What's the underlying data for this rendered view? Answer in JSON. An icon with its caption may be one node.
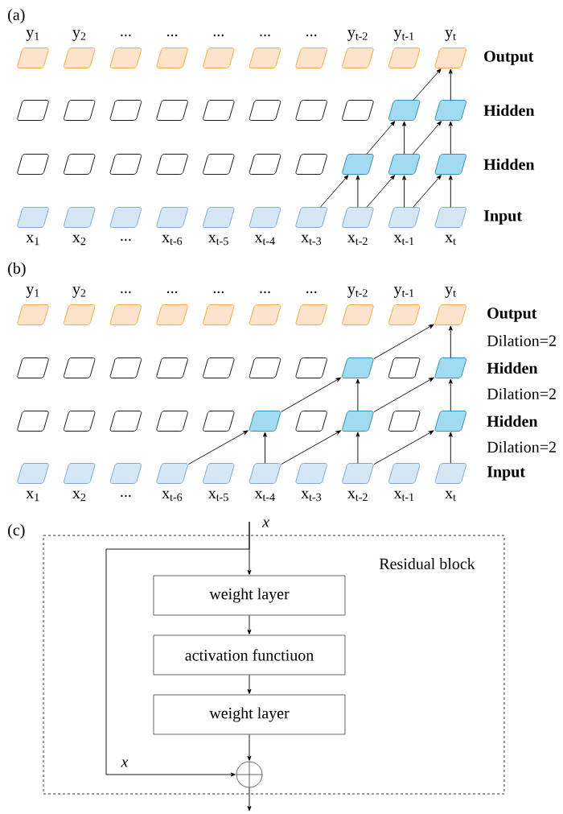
{
  "diagram": {
    "nodes": [
      {
        "text": [],
        "shape": "parallelogram",
        "beside": [
          "y$_{1}$"
        ]
      },
      {
        "text": [],
        "shape": "parallelogram",
        "beside": [
          "y$_{2}$"
        ]
      },
      {
        "text": [],
        "shape": "parallelogram",
        "beside": [
          "..."
        ]
      },
      {
        "text": [],
        "shape": "parallelogram",
        "beside": [
          "..."
        ]
      },
      {
        "text": [],
        "shape": "parallelogram",
        "beside": [
          "..."
        ]
      },
      {
        "text": [],
        "shape": "parallelogram",
        "beside": [
          "..."
        ]
      },
      {
        "text": [],
        "shape": "parallelogram",
        "beside": [
          "..."
        ]
      },
      {
        "text": [],
        "shape": "parallelogram",
        "beside": [
          "y$_{t-2}$"
        ]
      },
      {
        "text": [],
        "shape": "parallelogram",
        "beside": [
          "y$_{t-1}$"
        ]
      },
      {
        "text": [],
        "shape": "parallelogram",
        "beside": [
          "y$_{t}$"
        ]
      },
      {
        "text": [],
        "shape": "parallelogram"
      },
      {
        "text": [],
        "shape": "parallelogram"
      },
      {
        "text": [],
        "shape": "parallelogram"
      },
      {
        "text": [],
        "shape": "parallelogram"
      },
      {
        "text": [],
        "shape": "parallelogram"
      },
      {
        "text": [],
        "shape": "parallelogram"
      },
      {
        "text": [],
        "shape": "parallelogram"
      },
      {
        "text": [],
        "shape": "parallelogram"
      },
      {
        "text": [],
        "shape": "parallelogram"
      },
      {
        "text": [],
        "shape": "parallelogram"
      },
      {
        "text": [],
        "shape": "parallelogram"
      },
      {
        "text": [],
        "shape": "parallelogram"
      },
      {
        "text": [],
        "shape": "parallelogram"
      },
      {
        "text": [],
        "shape": "parallelogram"
      },
      {
        "text": [],
        "shape": "parallelogram"
      },
      {
        "text": [],
        "shape": "parallelogram"
      },
      {
        "text": [],
        "shape": "parallelogram"
      },
      {
        "text": [],
        "shape": "parallelogram"
      },
      {
        "text": [],
        "shape": "parallelogram"
      },
      {
        "text": [],
        "shape": "parallelogram"
      },
      {
        "text": [],
        "shape": "parallelogram",
        "beside": [
          "x$_{1}$"
        ]
      },
      {
        "text": [],
        "shape": "parallelogram",
        "beside": [
          "x$_{2}$"
        ]
      },
      {
        "text": [],
        "shape": "parallelogram",
        "beside": [
          "..."
        ]
      },
      {
        "text": [],
        "shape": "parallelogram",
        "beside": [
          "x$_{t-6}$"
        ]
      },
      {
        "text": [],
        "shape": "parallelogram",
        "beside": [
          "x$_{t-5}$"
        ]
      },
      {
        "text": [],
        "shape": "parallelogram",
        "beside": [
          "x$_{t-4}$"
        ]
      },
      {
        "text": [],
        "shape": "parallelogram",
        "beside": [
          "x$_{t-3}$"
        ]
      },
      {
        "text": [],
        "shape": "parallelogram",
        "beside": [
          "x$_{t-2}$"
        ]
      },
      {
        "text": [],
        "shape": "parallelogram",
        "beside": [
          "x$_{t-1}$"
        ]
      },
      {
        "text": [],
        "shape": "parallelogram",
        "beside": [
          "x$_{t}$"
        ]
      },
      {
        "text": [],
        "shape": "parallelogram",
        "beside": [
          "y$_{1}$"
        ]
      },
      {
        "text": [],
        "shape": "parallelogram",
        "beside": [
          "y$_{2}$"
        ]
      },
      {
        "text": [],
        "shape": "parallelogram",
        "beside": [
          "..."
        ]
      },
      {
        "text": [],
        "shape": "parallelogram",
        "beside": [
          "..."
        ]
      },
      {
        "text": [],
        "shape": "parallelogram",
        "beside": [
          "..."
        ]
      },
      {
        "text": [],
        "shape": "parallelogram",
        "beside": [
          "..."
        ]
      },
      {
        "text": [],
        "shape": "parallelogram",
        "beside": [
          "..."
        ]
      },
      {
        "text": [],
        "shape": "parallelogram",
        "beside": [
          "y$_{t-2}$"
        ]
      },
      {
        "text": [],
        "shape": "parallelogram",
        "beside": [
          "y$_{t-1}$"
        ]
      },
      {
        "text": [],
        "shape": "parallelogram",
        "beside": [
          "y$_{t}$"
        ]
      },
      {
        "text": [],
        "shape": "parallelogram"
      },
      {
        "text": [],
        "shape": "parallelogram"
      },
      {
        "text": [],
        "shape": "parallelogram"
      },
      {
        "text": [],
        "shape": "parallelogram"
      },
      {
        "text": [],
        "shape": "parallelogram"
      },
      {
        "text": [],
        "shape": "parallelogram"
      },
      {
        "text": [],
        "shape": "parallelogram"
      },
      {
        "text": [],
        "shape": "parallelogram"
      },
      {
        "text": [],
        "shape": "parallelogram"
      },
      {
        "text": [],
        "shape": "parallelogram"
      },
      {
        "text": [],
        "shape": "parallelogram"
      },
      {
        "text": [],
        "shape": "parallelogram"
      },
      {
        "text": [],
        "shape": "parallelogram"
      },
      {
        "text": [],
        "shape": "parallelogram"
      },
      {
        "text": [],
        "shape": "parallelogram"
      },
      {
        "text": [],
        "shape": "parallelogram"
      },
      {
        "text": [],
        "shape": "parallelogram"
      },
      {
        "text": [],
        "shape": "parallelogram"
      },
      {
        "text": [],
        "shape": "parallelogram"
      },
      {
        "text": [],
        "shape": "parallelogram"
      },
      {
        "text": [],
        "shape": "parallelogram",
        "beside": [
          "x$_{1}$"
        ]
      },
      {
        "text": [],
        "shape": "parallelogram",
        "beside": [
          "x$_{2}$"
        ]
      },
      {
        "text": [],
        "shape": "parallelogram",
        "beside": [
          "..."
        ]
      },
      {
        "text": [],
        "shape": "parallelogram",
        "beside": [
          "x$_{t-6}$"
        ]
      },
      {
        "text": [],
        "shape": "parallelogram",
        "beside": [
          "x$_{t-5}$"
        ]
      },
      {
        "text": [],
        "shape": "parallelogram",
        "beside": [
          "x$_{t-4}$"
        ]
      },
      {
        "text": [],
        "shape": "parallelogram",
        "beside": [
          "x$_{t-3}$"
        ]
      },
      {
        "text": [],
        "shape": "parallelogram",
        "beside": [
          "x$_{t-2}$"
        ]
      },
      {
        "text": [],
        "shape": "parallelogram",
        "beside": [
          "x$_{t-1}$"
        ]
      },
      {
        "text": [],
        "shape": "parallelogram",
        "beside": [
          "x$_{t}$"
        ]
      },
      {
        "text": [
          "Residual block"
        ]
      },
      {
        "text": [
          "weight layer"
        ],
        "in": 80
      },
      {
        "text": [
          "activation functiuon"
        ],
        "in": 80
      },
      {
        "text": [
          "weight layer"
        ],
        "in": 80
      },
      {
        "text": [],
        "shape": "circle",
        "in": 80
      }
    ],
    "edges": [
      {
        "from": 36,
        "to": 27,
        "arrow": "to"
      },
      {
        "from": 37,
        "to": 27,
        "arrow": "to"
      },
      {
        "from": 37,
        "to": 28,
        "arrow": "to"
      },
      {
        "from": 38,
        "to": 28,
        "arrow": "to"
      },
      {
        "from": 38,
        "to": 29,
        "arrow": "to"
      },
      {
        "from": 39,
        "to": 29,
        "arrow": "to"
      },
      {
        "from": 27,
        "to": 18,
        "arrow": "to"
      },
      {
        "from": 28,
        "to": 18,
        "arrow": "to"
      },
      {
        "from": 28,
        "to": 19,
        "arrow": "to"
      },
      {
        "from": 29,
        "to": 19,
        "arrow": "to"
      },
      {
        "from": 18,
        "to": 9,
        "arrow": "to"
      },
      {
        "from": 19,
        "to": 9,
        "arrow": "to"
      },
      {
        "from": 73,
        "to": 65,
        "arrow": "to"
      },
      {
        "from": 75,
        "to": 65,
        "arrow": "to"
      },
      {
        "from": 75,
        "to": 67,
        "arrow": "to"
      },
      {
        "from": 77,
        "to": 67,
        "arrow": "to"
      },
      {
        "from": 77,
        "to": 69,
        "arrow": "to"
      },
      {
        "from": 79,
        "to": 69,
        "arrow": "to"
      },
      {
        "from": 65,
        "to": 57,
        "arrow": "to"
      },
      {
        "from": 67,
        "to": 57,
        "arrow": "to"
      },
      {
        "from": 67,
        "to": 59,
        "arrow": "to"
      },
      {
        "from": 69,
        "to": 59,
        "arrow": "to"
      },
      {
        "from": 57,
        "to": 49,
        "arrow": "to"
      },
      {
        "from": 59,
        "to": 49,
        "arrow": "to"
      },
      {
        "from": null,
        "to": 81,
        "arrow": "to"
      },
      {
        "from": null,
        "to": 84,
        "label": "x",
        "arrow": "to"
      },
      {
        "from": 81,
        "to": 82,
        "arrow": "to"
      },
      {
        "from": 82,
        "to": 83,
        "arrow": "to"
      },
      {
        "from": 83,
        "to": 84,
        "arrow": "to"
      },
      {
        "from": 84,
        "to": null,
        "arrow": "to"
      }
    ],
    "labels": [
      "(a)",
      "Output",
      "Hidden",
      "Hidden",
      "Input",
      "(b)",
      "Output",
      "Dilation=2",
      "Hidden",
      "Dilation=2",
      "Hidden",
      "Dilation=2",
      "Input",
      "(c)",
      "x"
    ]
  }
}
